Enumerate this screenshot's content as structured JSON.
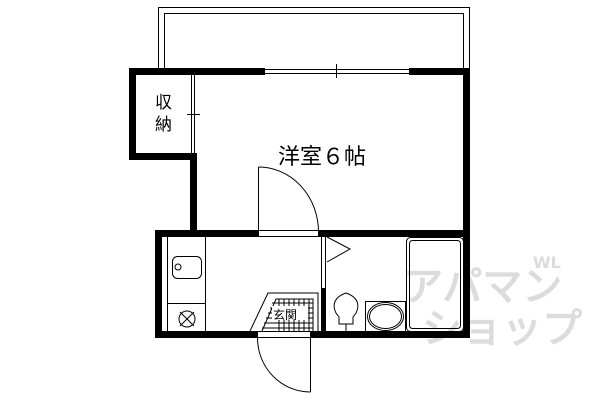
{
  "floorplan": {
    "rooms": {
      "western_room": {
        "label": "洋室６帖"
      },
      "storage": {
        "label_line1": "収",
        "label_line2": "納"
      },
      "entrance": {
        "label": "玄関"
      }
    },
    "watermark": {
      "line1": "アパマン",
      "line2": "ショップ",
      "small": "WL"
    },
    "colors": {
      "wall": "#000000",
      "line": "#000000",
      "background": "#ffffff",
      "watermark": "#dcdcdc"
    }
  }
}
